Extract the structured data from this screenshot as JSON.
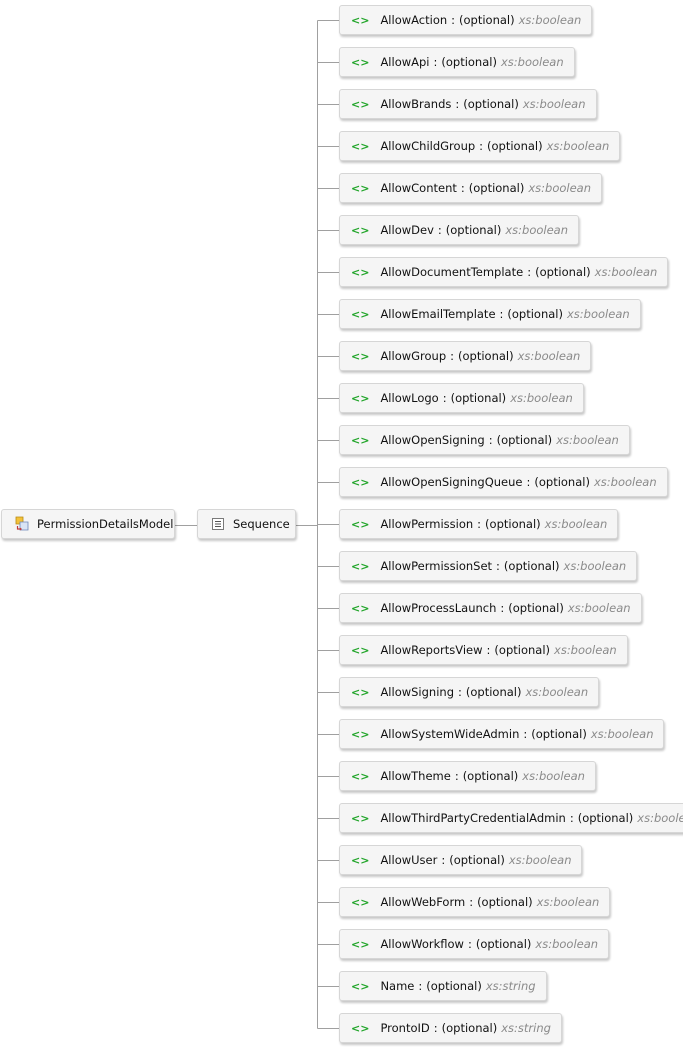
{
  "root": {
    "name": "PermissionDetailsModel",
    "icon": "complex-type-icon"
  },
  "sequence": {
    "label": "Sequence",
    "icon": "sequence-icon"
  },
  "element_icon_glyph": "<>",
  "elements": [
    {
      "name": "AllowAction",
      "sep": ":",
      "occurrence": "(optional)",
      "type": "xs:boolean"
    },
    {
      "name": "AllowApi",
      "sep": ":",
      "occurrence": "(optional)",
      "type": "xs:boolean"
    },
    {
      "name": "AllowBrands",
      "sep": ":",
      "occurrence": "(optional)",
      "type": "xs:boolean"
    },
    {
      "name": "AllowChildGroup",
      "sep": ":",
      "occurrence": "(optional)",
      "type": "xs:boolean"
    },
    {
      "name": "AllowContent",
      "sep": ":",
      "occurrence": "(optional)",
      "type": "xs:boolean"
    },
    {
      "name": "AllowDev",
      "sep": ":",
      "occurrence": "(optional)",
      "type": "xs:boolean"
    },
    {
      "name": "AllowDocumentTemplate",
      "sep": ":",
      "occurrence": "(optional)",
      "type": "xs:boolean"
    },
    {
      "name": "AllowEmailTemplate",
      "sep": ":",
      "occurrence": "(optional)",
      "type": "xs:boolean"
    },
    {
      "name": "AllowGroup",
      "sep": ":",
      "occurrence": "(optional)",
      "type": "xs:boolean"
    },
    {
      "name": "AllowLogo",
      "sep": ":",
      "occurrence": "(optional)",
      "type": "xs:boolean"
    },
    {
      "name": "AllowOpenSigning",
      "sep": ":",
      "occurrence": "(optional)",
      "type": "xs:boolean"
    },
    {
      "name": "AllowOpenSigningQueue",
      "sep": ":",
      "occurrence": "(optional)",
      "type": "xs:boolean"
    },
    {
      "name": "AllowPermission",
      "sep": ":",
      "occurrence": "(optional)",
      "type": "xs:boolean"
    },
    {
      "name": "AllowPermissionSet",
      "sep": ":",
      "occurrence": "(optional)",
      "type": "xs:boolean"
    },
    {
      "name": "AllowProcessLaunch",
      "sep": ":",
      "occurrence": "(optional)",
      "type": "xs:boolean"
    },
    {
      "name": "AllowReportsView",
      "sep": ":",
      "occurrence": "(optional)",
      "type": "xs:boolean"
    },
    {
      "name": "AllowSigning",
      "sep": ":",
      "occurrence": "(optional)",
      "type": "xs:boolean"
    },
    {
      "name": "AllowSystemWideAdmin",
      "sep": ":",
      "occurrence": "(optional)",
      "type": "xs:boolean"
    },
    {
      "name": "AllowTheme",
      "sep": ":",
      "occurrence": "(optional)",
      "type": "xs:boolean"
    },
    {
      "name": "AllowThirdPartyCredentialAdmin",
      "sep": ":",
      "occurrence": "(optional)",
      "type": "xs:boolean"
    },
    {
      "name": "AllowUser",
      "sep": ":",
      "occurrence": "(optional)",
      "type": "xs:boolean"
    },
    {
      "name": "AllowWebForm",
      "sep": ":",
      "occurrence": "(optional)",
      "type": "xs:boolean"
    },
    {
      "name": "AllowWorkflow",
      "sep": ":",
      "occurrence": "(optional)",
      "type": "xs:boolean"
    },
    {
      "name": "Name",
      "sep": ":",
      "occurrence": "(optional)",
      "type": "xs:string"
    },
    {
      "name": "ProntoID",
      "sep": ":",
      "occurrence": "(optional)",
      "type": "xs:string"
    }
  ],
  "colors": {
    "element_icon": "#22a52a",
    "type_text": "#8a8a8a",
    "connector": "#a0a0a0",
    "node_fill": "#f5f5f5",
    "node_border": "#d6d6d6"
  }
}
